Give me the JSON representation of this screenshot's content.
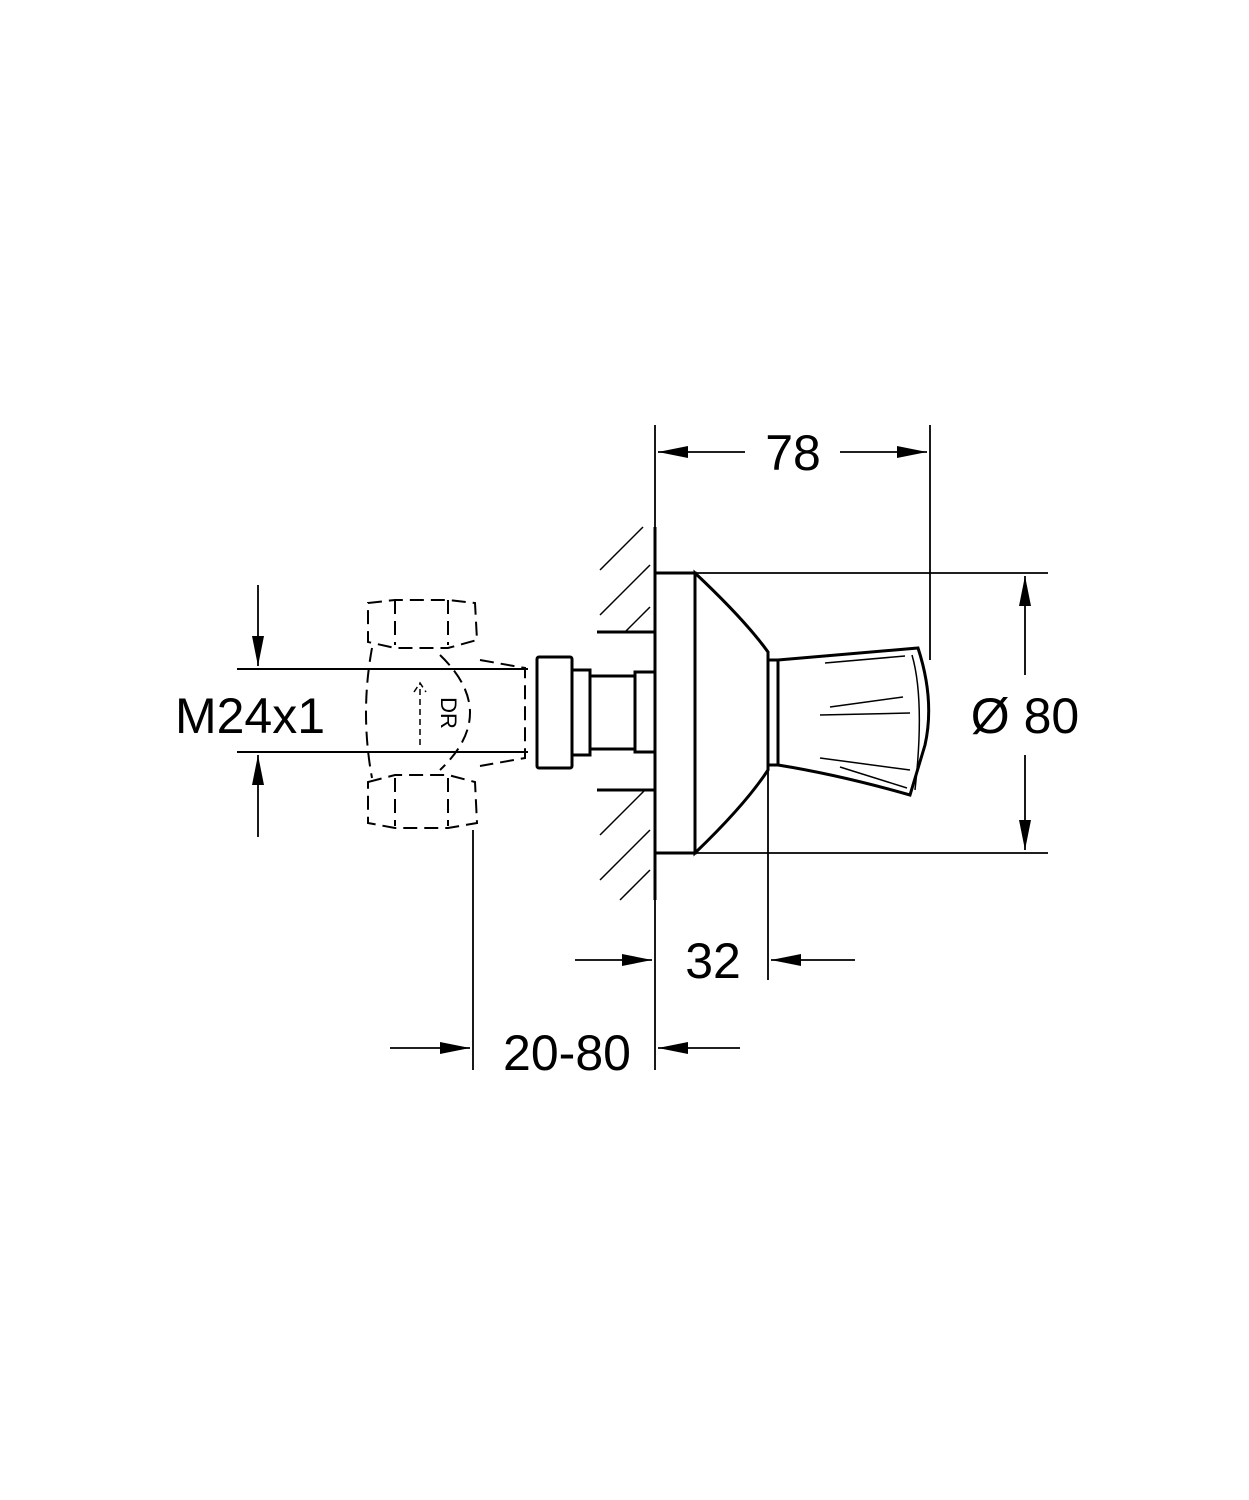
{
  "drawing": {
    "dimensions": {
      "overall_depth": "78",
      "diameter": "Ø 80",
      "rosette_depth": "32",
      "wall_depth_range": "20-80",
      "thread": "M24x1"
    },
    "body_marking": "DR",
    "line_color": "#000000",
    "background": "#ffffff"
  }
}
